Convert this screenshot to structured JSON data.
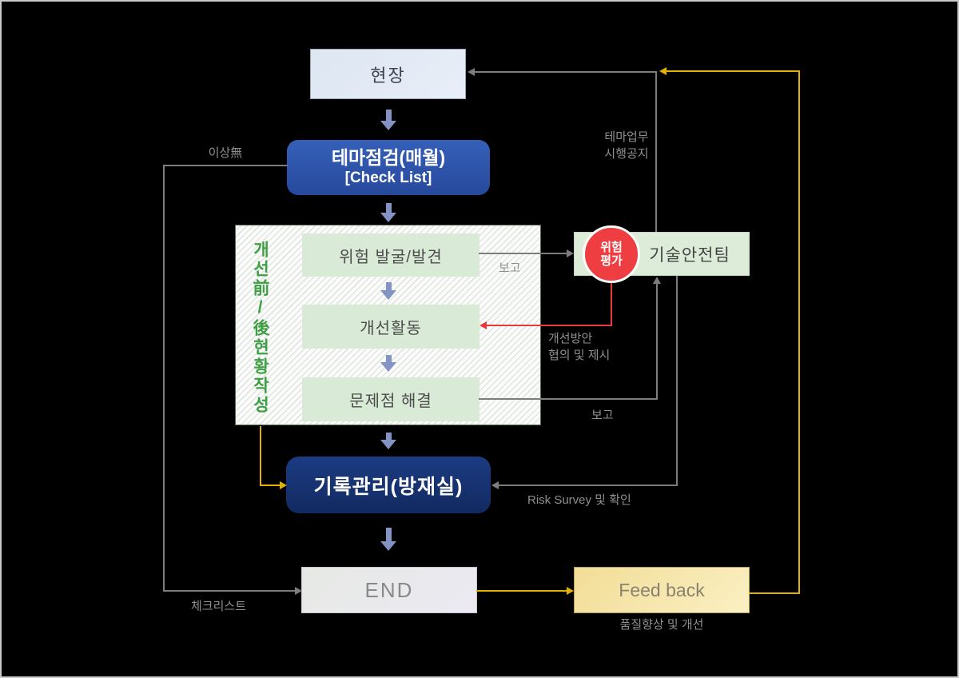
{
  "diagram": {
    "nodes": {
      "site": "현장",
      "theme_check_title": "테마점검(매월)",
      "theme_check_sub": "[Check List]",
      "stage_vertical_label": "개선前/後현황작성",
      "risk_discovery": "위험 발굴/발견",
      "improvement_activity": "개선활동",
      "problem_solving": "문제점 해결",
      "risk_eval_badge_line1": "위험",
      "risk_eval_badge_line2": "평가",
      "tech_safety_team": "기술안전팀",
      "record_management": "기록관리(방재실)",
      "end": "END",
      "feedback": "Feed back"
    },
    "labels": {
      "no_issue": "이상無",
      "theme_notice_line1": "테마업무",
      "theme_notice_line2": "시행공지",
      "report_top": "보고",
      "improvement_plan_line1": "개선방안",
      "improvement_plan_line2": "협의 및 제시",
      "report_bottom": "보고",
      "risk_survey": "Risk Survey 및 확인",
      "checklist": "체크리스트",
      "quality_note": "품질향상 및 개선"
    },
    "colors": {
      "background": "#000000",
      "border": "#c9c9c9",
      "primary_blue": "#2d56ac",
      "navy": "#16316f",
      "light_green_box": "#d9ebd6",
      "team_green": "#dcecd8",
      "hatch_stripe": "#dfe6dd",
      "accent_red": "#ee3e42",
      "accent_yellow": "#e3b200",
      "line_gray": "#7d7d7d",
      "label_gray": "#8f8f8f",
      "green_text": "#3f9f45",
      "flow_arrow_blue": "#8293c4",
      "site_fill": "#e2e9f4",
      "end_fill": "#e9e9ee",
      "feedback_fill": "#f6e5a8"
    }
  }
}
